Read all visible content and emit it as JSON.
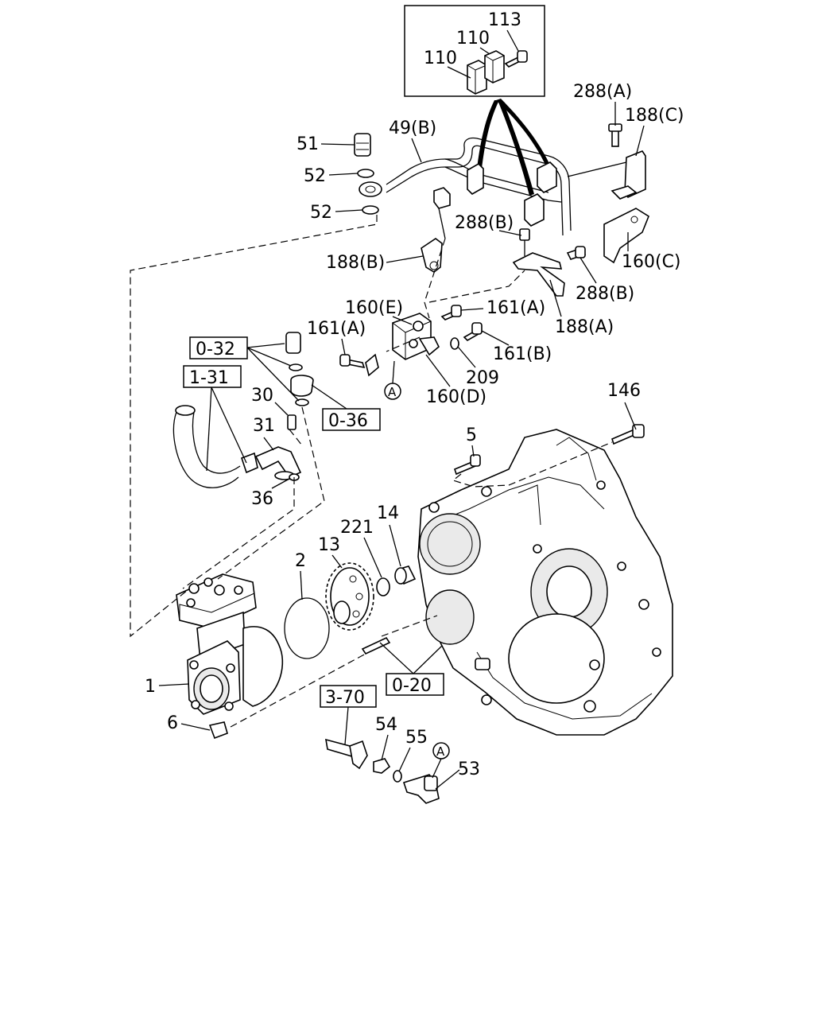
{
  "inset_labels": {
    "l113": "113",
    "l110a": "110",
    "l110b": "110"
  },
  "labels": {
    "l288A_top": "288(A)",
    "l188C": "188(C)",
    "l51": "51",
    "l49B": "49(B)",
    "l52a": "52",
    "l52b": "52",
    "l288B_a": "288(B)",
    "l188B": "188(B)",
    "l160C": "160(C)",
    "l288B_b": "288(B)",
    "l160E": "160(E)",
    "l161A_a": "161(A)",
    "l161A_b": "161(A)",
    "l188A": "188(A)",
    "l161B": "161(B)",
    "l209": "209",
    "l160D": "160(D)",
    "l146": "146",
    "l30": "30",
    "l31": "31",
    "l36": "36",
    "l5": "5",
    "l14": "14",
    "l221": "221",
    "l13": "13",
    "l2": "2",
    "l1": "1",
    "l6": "6",
    "l54": "54",
    "l55": "55",
    "l53": "53"
  },
  "ref_boxes": {
    "r032": "0-32",
    "r131": "1-31",
    "r036": "0-36",
    "r020": "0-20",
    "r370": "3-70"
  },
  "circle_markers": {
    "a1": "A",
    "a2": "A"
  }
}
